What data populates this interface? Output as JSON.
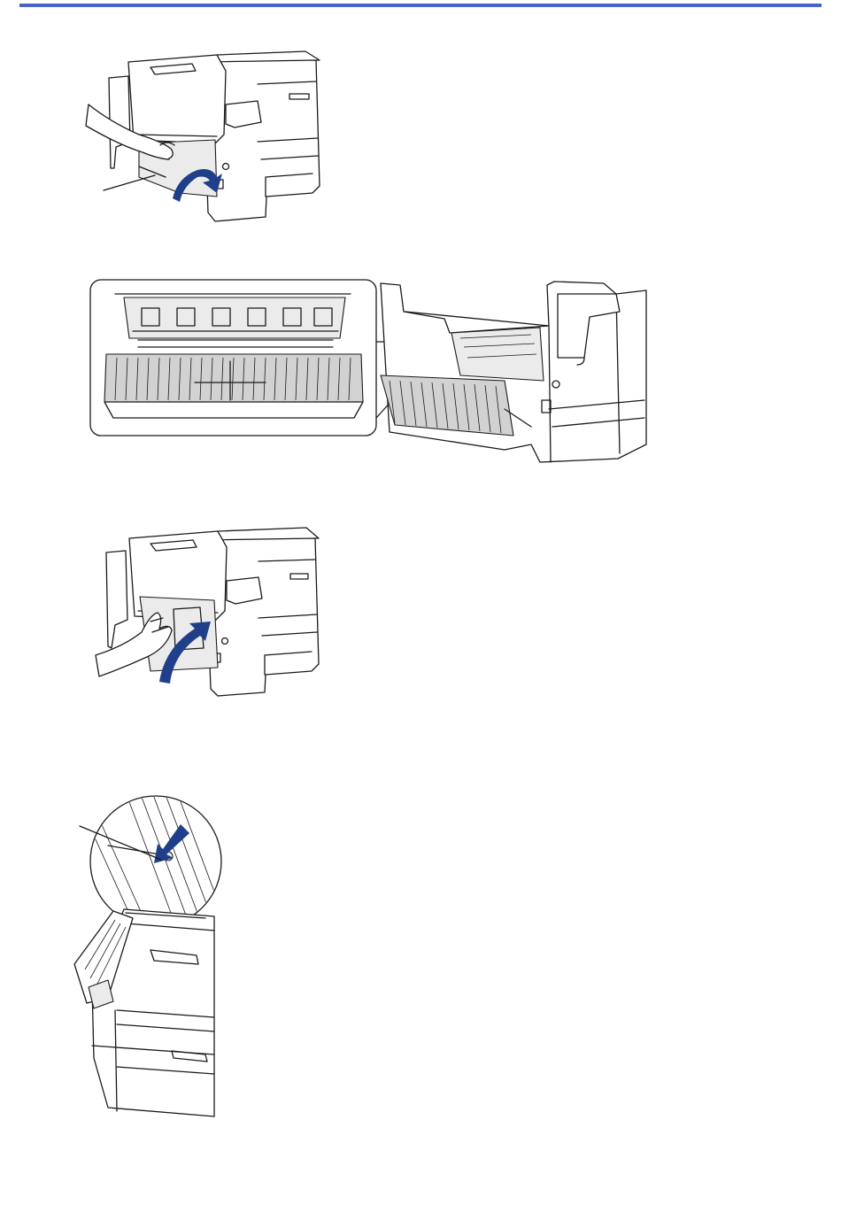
{
  "page": {
    "rule_color": "#4a63c6",
    "arrow_color": "#1f3f8a",
    "figures": [
      {
        "id": "fig-open-back-cover",
        "icon": "printer-back-cover-open-illustration"
      },
      {
        "id": "fig-remove-jammed-paper",
        "icon": "printer-jam-removal-detail-illustration"
      },
      {
        "id": "fig-close-back-cover",
        "icon": "printer-back-cover-close-illustration"
      },
      {
        "id": "fig-lift-scanner-cover",
        "icon": "printer-top-cover-detail-illustration"
      }
    ]
  }
}
